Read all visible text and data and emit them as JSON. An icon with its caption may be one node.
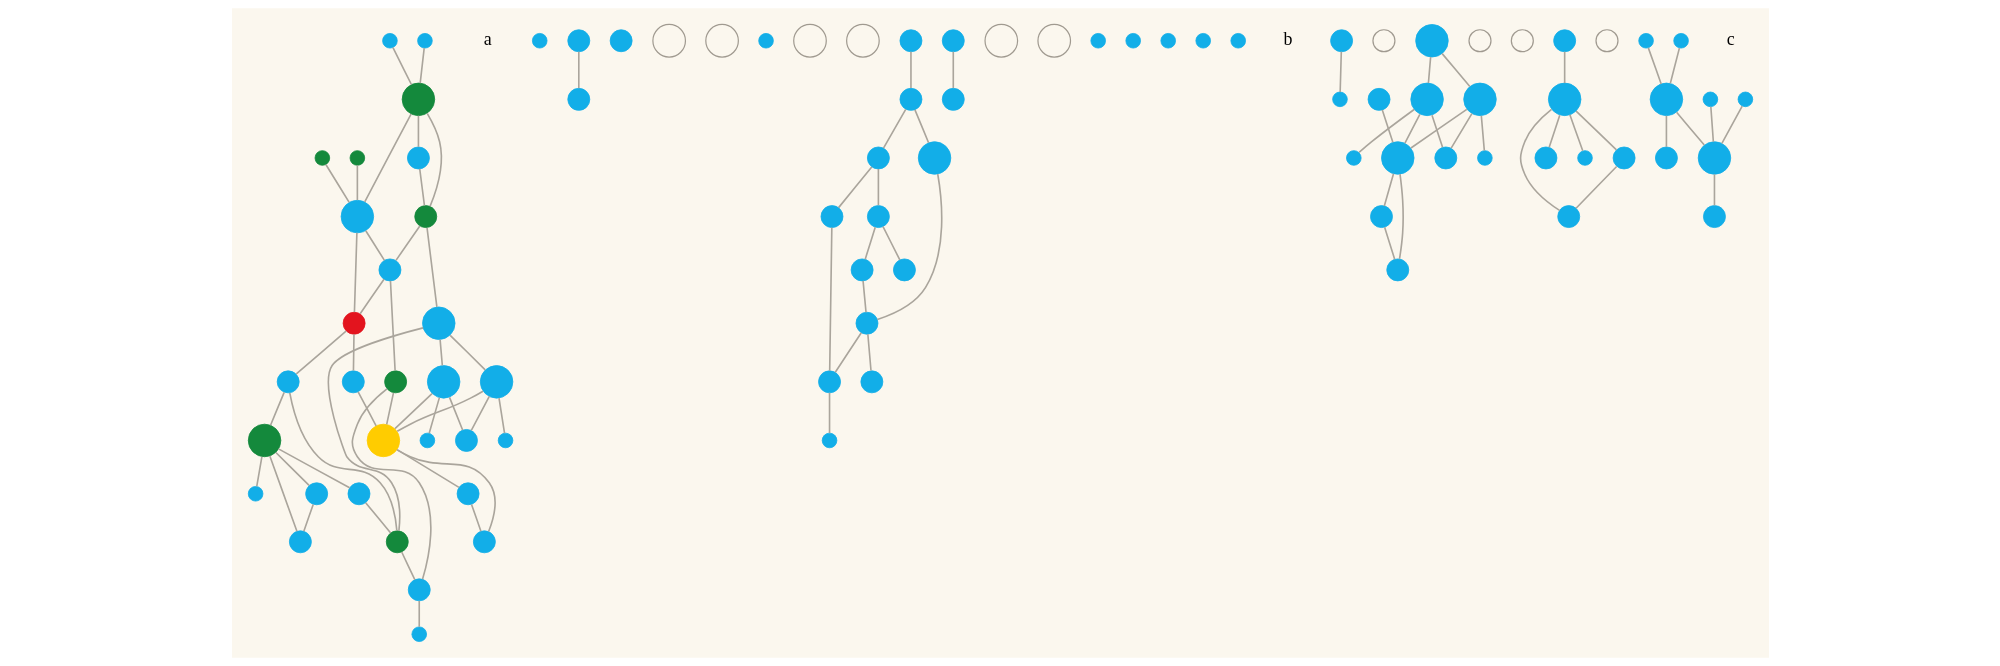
{
  "diagram": {
    "nodes": [
      {
        "text": [],
        "shape": "circle"
      },
      {
        "text": [],
        "shape": "circle"
      },
      {
        "text": [],
        "shape": "circle"
      },
      {
        "text": [],
        "shape": "circle"
      },
      {
        "text": [],
        "shape": "circle"
      },
      {
        "text": [],
        "shape": "circle"
      },
      {
        "text": [],
        "shape": "circle"
      },
      {
        "text": [],
        "shape": "circle"
      },
      {
        "text": [],
        "shape": "circle"
      },
      {
        "text": [],
        "shape": "circle"
      },
      {
        "text": [],
        "shape": "circle"
      },
      {
        "text": [],
        "shape": "circle"
      },
      {
        "text": [],
        "shape": "circle"
      },
      {
        "text": [],
        "shape": "circle"
      },
      {
        "text": [],
        "shape": "circle"
      },
      {
        "text": [],
        "shape": "circle"
      },
      {
        "text": [],
        "shape": "circle"
      },
      {
        "text": [],
        "shape": "circle"
      },
      {
        "text": [],
        "shape": "circle"
      },
      {
        "text": [],
        "shape": "circle"
      },
      {
        "text": [],
        "shape": "circle"
      },
      {
        "text": [],
        "shape": "circle"
      },
      {
        "text": [],
        "shape": "circle"
      },
      {
        "text": [],
        "shape": "circle"
      },
      {
        "text": [],
        "shape": "circle"
      },
      {
        "text": [],
        "shape": "circle"
      },
      {
        "text": [],
        "shape": "circle"
      },
      {
        "text": [],
        "shape": "circle"
      },
      {
        "text": [],
        "shape": "circle"
      },
      {
        "text": [],
        "shape": "circle"
      },
      {
        "text": [],
        "shape": "circle"
      },
      {
        "text": [],
        "shape": "circle"
      },
      {
        "text": [],
        "shape": "circle"
      },
      {
        "text": [],
        "shape": "circle"
      },
      {
        "text": [],
        "shape": "circle"
      },
      {
        "text": [],
        "shape": "circle"
      },
      {
        "text": [],
        "shape": "circle"
      },
      {
        "text": [],
        "shape": "circle"
      },
      {
        "text": [],
        "shape": "circle"
      },
      {
        "text": [],
        "shape": "circle"
      },
      {
        "text": [],
        "shape": "circle"
      },
      {
        "text": [],
        "shape": "circle"
      },
      {
        "text": [],
        "shape": "circle"
      },
      {
        "text": [],
        "shape": "circle"
      },
      {
        "text": [],
        "shape": "circle"
      },
      {
        "text": [],
        "shape": "circle"
      },
      {
        "text": [],
        "shape": "circle"
      },
      {
        "text": [],
        "shape": "circle"
      },
      {
        "text": [],
        "shape": "circle"
      },
      {
        "text": [],
        "shape": "circle"
      },
      {
        "text": [],
        "shape": "circle"
      },
      {
        "text": [],
        "shape": "circle"
      },
      {
        "text": [],
        "shape": "circle"
      },
      {
        "text": [],
        "shape": "circle"
      },
      {
        "text": [],
        "shape": "circle"
      },
      {
        "text": [],
        "shape": "circle"
      },
      {
        "text": [],
        "shape": "circle"
      },
      {
        "text": [],
        "shape": "circle"
      },
      {
        "text": [],
        "shape": "circle"
      },
      {
        "text": [],
        "shape": "circle"
      },
      {
        "text": [],
        "shape": "circle"
      },
      {
        "text": [],
        "shape": "circle"
      },
      {
        "text": [],
        "shape": "circle"
      },
      {
        "text": [],
        "shape": "circle"
      },
      {
        "text": [],
        "shape": "circle"
      },
      {
        "text": [],
        "shape": "circle"
      },
      {
        "text": [],
        "shape": "circle"
      },
      {
        "text": [],
        "shape": "circle"
      },
      {
        "text": [],
        "shape": "circle"
      },
      {
        "text": [],
        "shape": "circle"
      },
      {
        "text": [],
        "shape": "circle"
      },
      {
        "text": [],
        "shape": "circle"
      },
      {
        "text": [],
        "shape": "circle"
      },
      {
        "text": [],
        "shape": "circle"
      },
      {
        "text": [],
        "shape": "circle"
      },
      {
        "text": [],
        "shape": "circle"
      },
      {
        "text": [],
        "shape": "circle"
      },
      {
        "text": [],
        "shape": "circle"
      },
      {
        "text": [],
        "shape": "circle"
      },
      {
        "text": [],
        "shape": "circle"
      },
      {
        "text": [],
        "shape": "circle"
      },
      {
        "text": [],
        "shape": "circle"
      },
      {
        "text": [],
        "shape": "circle"
      },
      {
        "text": [],
        "shape": "circle"
      },
      {
        "text": [],
        "shape": "circle"
      },
      {
        "text": [],
        "shape": "circle"
      },
      {
        "text": [],
        "shape": "circle"
      },
      {
        "text": [],
        "shape": "circle"
      },
      {
        "text": [],
        "shape": "circle"
      },
      {
        "text": [],
        "shape": "circle"
      }
    ],
    "edges": [
      {
        "from": 0,
        "to": 5,
        "arrow": "none"
      },
      {
        "from": 1,
        "to": 5,
        "arrow": "none"
      },
      {
        "from": 2,
        "to": 6,
        "arrow": "none"
      },
      {
        "from": 3,
        "to": 6,
        "arrow": "none"
      },
      {
        "from": 6,
        "to": 5,
        "arrow": "none"
      },
      {
        "from": 6,
        "to": 8,
        "arrow": "none"
      },
      {
        "from": 6,
        "to": 13,
        "arrow": "none"
      },
      {
        "from": 8,
        "to": 13,
        "arrow": "none"
      },
      {
        "from": 5,
        "to": 12,
        "arrow": "none"
      },
      {
        "from": 5,
        "to": 9,
        "arrow": "none"
      },
      {
        "from": 13,
        "to": 12,
        "arrow": "none"
      },
      {
        "from": 12,
        "to": 9,
        "arrow": "none"
      },
      {
        "from": 9,
        "to": 11,
        "arrow": "none"
      },
      {
        "from": 9,
        "to": 16,
        "arrow": "none"
      },
      {
        "from": 11,
        "to": 10,
        "arrow": "none"
      },
      {
        "from": 10,
        "to": 4,
        "arrow": "none"
      },
      {
        "from": 10,
        "to": 7,
        "arrow": "none"
      },
      {
        "from": 10,
        "to": 14,
        "arrow": "none"
      },
      {
        "from": 7,
        "to": 14,
        "arrow": "none"
      },
      {
        "from": 10,
        "to": 15,
        "arrow": "none"
      },
      {
        "from": 11,
        "to": 17,
        "arrow": "none"
      },
      {
        "from": 15,
        "to": 17,
        "arrow": "none"
      },
      {
        "from": 13,
        "to": 18,
        "arrow": "none"
      },
      {
        "from": 12,
        "to": 19,
        "arrow": "none"
      },
      {
        "from": 18,
        "to": 17,
        "arrow": "none"
      },
      {
        "from": 16,
        "to": 23,
        "arrow": "none"
      },
      {
        "from": 17,
        "to": 21,
        "arrow": "none"
      },
      {
        "from": 19,
        "to": 21,
        "arrow": "none"
      },
      {
        "from": 19,
        "to": 23,
        "arrow": "none"
      },
      {
        "from": 18,
        "to": 20,
        "arrow": "none"
      },
      {
        "from": 18,
        "to": 24,
        "arrow": "none"
      },
      {
        "from": 24,
        "to": 28,
        "arrow": "none"
      },
      {
        "from": 20,
        "to": 22,
        "arrow": "none"
      },
      {
        "from": 20,
        "to": 25,
        "arrow": "none"
      },
      {
        "from": 20,
        "to": 23,
        "arrow": "none"
      },
      {
        "from": 24,
        "to": 25,
        "arrow": "none"
      },
      {
        "from": 24,
        "to": 23,
        "arrow": "none"
      },
      {
        "from": 23,
        "to": 29,
        "arrow": "none"
      },
      {
        "from": 23,
        "to": 27,
        "arrow": "none"
      },
      {
        "from": 27,
        "to": 29,
        "arrow": "none"
      },
      {
        "from": 21,
        "to": 26,
        "arrow": "none"
      },
      {
        "from": 38,
        "to": 43,
        "arrow": "none"
      },
      {
        "from": 43,
        "to": 42,
        "arrow": "none"
      },
      {
        "from": 42,
        "to": 39,
        "arrow": "none"
      },
      {
        "from": 39,
        "to": 41,
        "arrow": "none"
      },
      {
        "from": 39,
        "to": 46,
        "arrow": "none"
      },
      {
        "from": 42,
        "to": 49,
        "arrow": "none"
      },
      {
        "from": 43,
        "to": 48,
        "arrow": "none"
      },
      {
        "from": 48,
        "to": 47,
        "arrow": "none"
      },
      {
        "from": 41,
        "to": 47,
        "arrow": "none"
      },
      {
        "from": 47,
        "to": 45,
        "arrow": "none"
      },
      {
        "from": 47,
        "to": 51,
        "arrow": "none"
      },
      {
        "from": 49,
        "to": 51,
        "arrow": "none"
      },
      {
        "from": 51,
        "to": 56,
        "arrow": "none"
      },
      {
        "from": 37,
        "to": 44,
        "arrow": "none"
      },
      {
        "from": 57,
        "to": 59,
        "arrow": "none"
      },
      {
        "from": 60,
        "to": 65,
        "arrow": "none"
      },
      {
        "from": 61,
        "to": 65,
        "arrow": "none"
      },
      {
        "from": 62,
        "to": 66,
        "arrow": "none"
      },
      {
        "from": 63,
        "to": 66,
        "arrow": "none"
      },
      {
        "from": 66,
        "to": 65,
        "arrow": "none"
      },
      {
        "from": 66,
        "to": 68,
        "arrow": "none"
      },
      {
        "from": 65,
        "to": 72,
        "arrow": "none"
      },
      {
        "from": 71,
        "to": 70,
        "arrow": "none"
      },
      {
        "from": 70,
        "to": 64,
        "arrow": "none"
      },
      {
        "from": 70,
        "to": 67,
        "arrow": "none"
      },
      {
        "from": 70,
        "to": 74,
        "arrow": "none"
      },
      {
        "from": 67,
        "to": 74,
        "arrow": "none"
      },
      {
        "from": 70,
        "to": 75,
        "arrow": "none"
      },
      {
        "from": 76,
        "to": 83,
        "arrow": "none"
      },
      {
        "from": 78,
        "to": 80,
        "arrow": "none"
      },
      {
        "from": 78,
        "to": 84,
        "arrow": "none"
      },
      {
        "from": 84,
        "to": 88,
        "arrow": "none"
      },
      {
        "from": 80,
        "to": 82,
        "arrow": "none"
      },
      {
        "from": 80,
        "to": 85,
        "arrow": "none"
      },
      {
        "from": 80,
        "to": 83,
        "arrow": "none"
      },
      {
        "from": 84,
        "to": 85,
        "arrow": "none"
      },
      {
        "from": 84,
        "to": 83,
        "arrow": "none"
      },
      {
        "from": 83,
        "to": 89,
        "arrow": "none"
      },
      {
        "from": 83,
        "to": 87,
        "arrow": "none"
      },
      {
        "from": 87,
        "to": 89,
        "arrow": "none"
      },
      {
        "from": 81,
        "to": 86,
        "arrow": "none"
      }
    ],
    "labels": [
      "a",
      "b",
      "c"
    ]
  }
}
